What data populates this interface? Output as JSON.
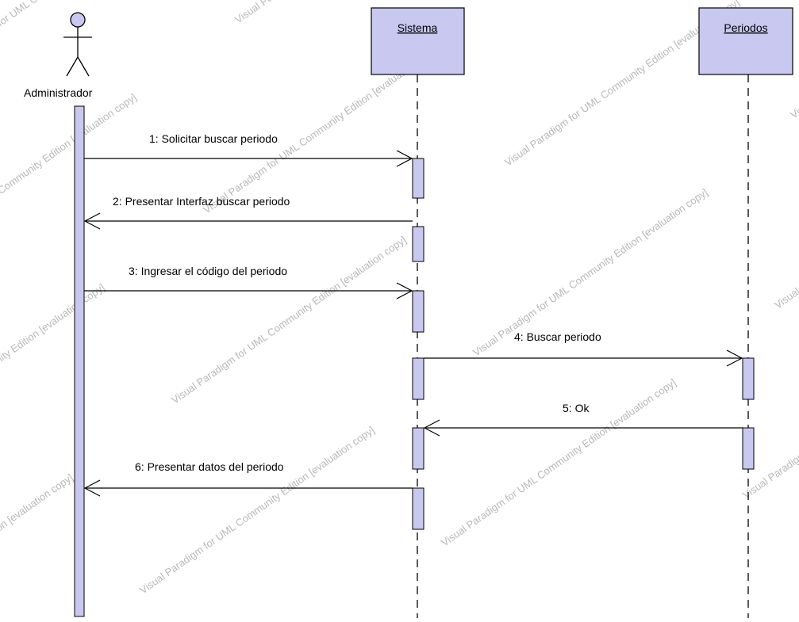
{
  "colors": {
    "box_fill": "#c8c8f0",
    "activation_fill": "#c8c8f0",
    "stroke": "#000000",
    "watermark": "#b8b8b8"
  },
  "diagram": {
    "type": "sequence",
    "actor": {
      "label": "Administrador",
      "icon": "stick-figure-icon"
    },
    "lifelines": [
      {
        "id": "sistema",
        "label": "Sistema"
      },
      {
        "id": "periodos",
        "label": "Periodos"
      }
    ],
    "messages": [
      {
        "label": "1: Solicitar buscar periodo",
        "from": "Administrador",
        "to": "Sistema",
        "kind": "call"
      },
      {
        "label": "2: Presentar Interfaz buscar periodo",
        "from": "Sistema",
        "to": "Administrador",
        "kind": "return"
      },
      {
        "label": "3: Ingresar el código del periodo",
        "from": "Administrador",
        "to": "Sistema",
        "kind": "call"
      },
      {
        "label": "4: Buscar periodo",
        "from": "Sistema",
        "to": "Periodos",
        "kind": "call"
      },
      {
        "label": "5: Ok",
        "from": "Periodos",
        "to": "Sistema",
        "kind": "return"
      },
      {
        "label": "6: Presentar datos del periodo",
        "from": "Sistema",
        "to": "Administrador",
        "kind": "return"
      }
    ],
    "watermarks": [
      "Visual Paradigm for UML Community Edition [evaluation copy]"
    ]
  }
}
